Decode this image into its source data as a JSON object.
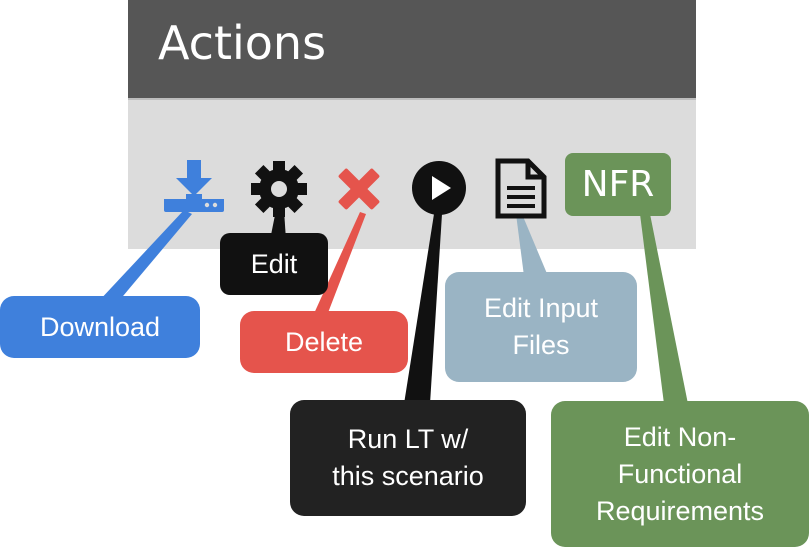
{
  "panel": {
    "title": "Actions"
  },
  "actions": [
    {
      "icon": "download-icon",
      "color": "#3f80dc"
    },
    {
      "icon": "gear-icon",
      "color": "#111111"
    },
    {
      "icon": "close-icon",
      "color": "#e5544c"
    },
    {
      "icon": "play-circle-icon",
      "color": "#111111"
    },
    {
      "icon": "document-icon",
      "color": "#111111"
    },
    {
      "icon": "nfr-badge",
      "label": "NFR",
      "color": "#6b9459"
    }
  ],
  "callouts": {
    "download": {
      "text": "Download",
      "color": "#3f80dc"
    },
    "edit": {
      "text": "Edit",
      "color": "#111111"
    },
    "delete": {
      "text": "Delete",
      "color": "#e5544c"
    },
    "edit_input": {
      "line1": "Edit Input",
      "line2": "Files",
      "color": "#9ab4c4"
    },
    "run": {
      "line1": "Run LT w/",
      "line2": "this scenario",
      "color": "#222222"
    },
    "nfr": {
      "line1": "Edit Non-",
      "line2": "Functional",
      "line3": "Requirements",
      "color": "#6b9459"
    }
  }
}
